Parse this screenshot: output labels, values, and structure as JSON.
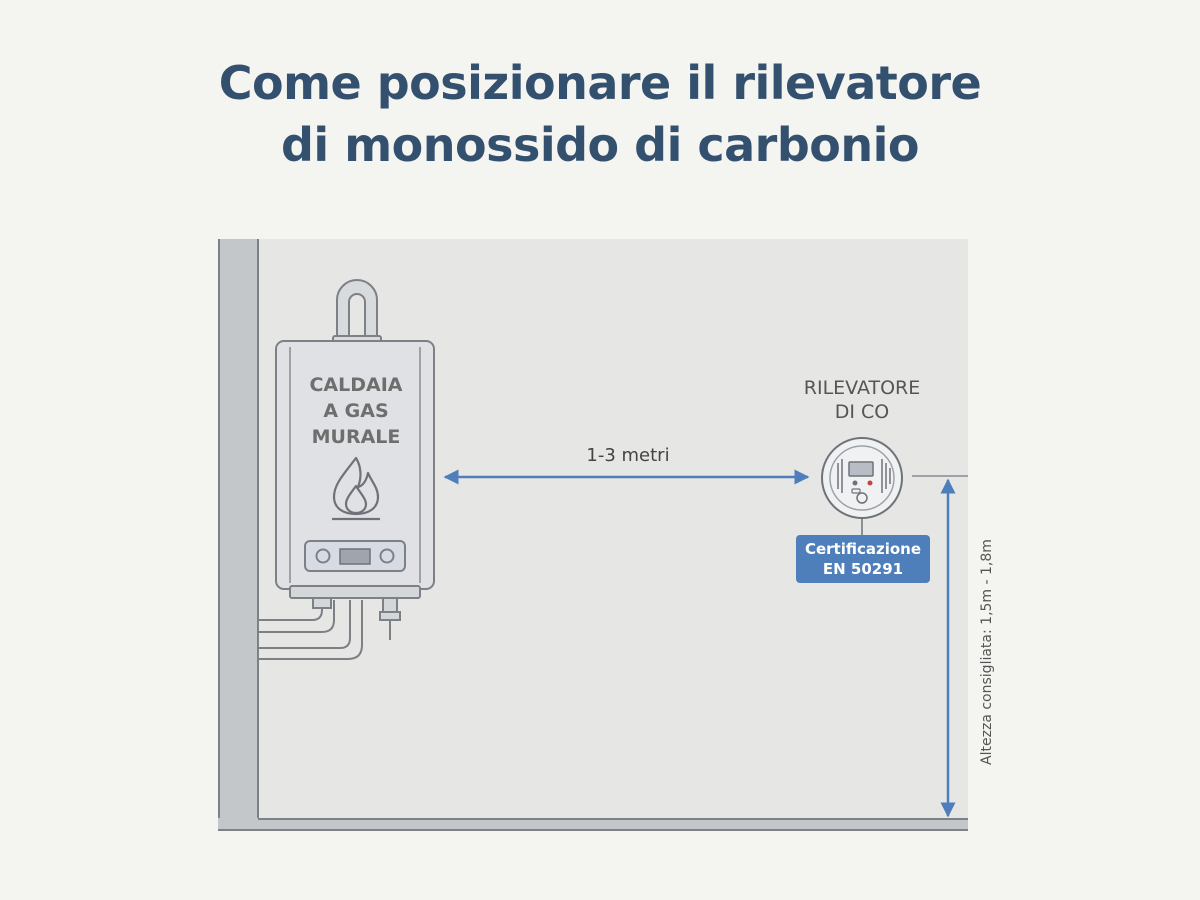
{
  "title": {
    "line1": "Come posizionare il rilevatore",
    "line2": "di monossido di carbonio"
  },
  "boiler": {
    "line1": "CALDAIA",
    "line2": "A GAS",
    "line3": "MURALE"
  },
  "detector": {
    "line1": "RILEVATORE",
    "line2": "DI CO"
  },
  "distance": "1-3 metri",
  "certification": {
    "line1": "Certificazione",
    "line2": "EN 50291"
  },
  "height": "Altezza consigliata: 1,5m - 1,8m",
  "icons": [
    "flame-icon",
    "co-detector-icon"
  ],
  "colors": {
    "title": "#34506f",
    "accent": "#4e7fbb",
    "wall": "#c4c7ca",
    "room": "#e6e6e5"
  }
}
